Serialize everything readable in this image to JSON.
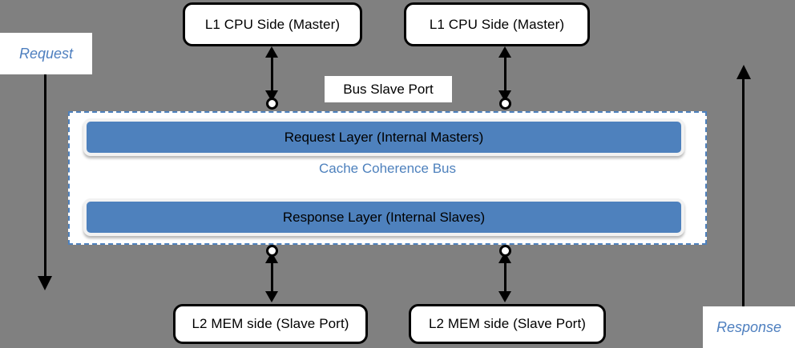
{
  "diagram": {
    "background_color": "#808080",
    "accent_blue": "#4E81BD",
    "title_text": "Cache Coherence Bus"
  },
  "bus": {
    "label": "Cache Coherence Bus",
    "layers": [
      {
        "label": "Request Layer (Internal Masters)"
      },
      {
        "label": "Response Layer (Internal Slaves)"
      }
    ]
  },
  "masters": [
    {
      "label": "L1 CPU Side (Master)"
    },
    {
      "label": "L1 CPU Side (Master)"
    }
  ],
  "slaves": [
    {
      "label": "L2 MEM side (Slave Port)"
    },
    {
      "label": "L2 MEM side (Slave Port)"
    }
  ],
  "callouts": {
    "bus_slave_port": "Bus Slave Port",
    "request": "Request",
    "response": "Response"
  }
}
